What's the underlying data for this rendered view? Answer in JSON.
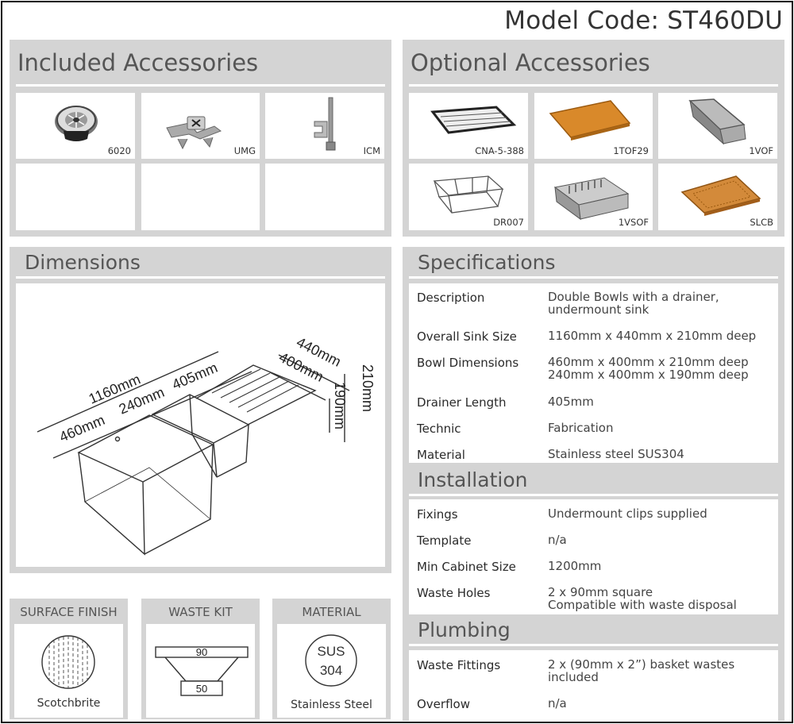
{
  "model_code": "Model Code: ST460DU",
  "included": {
    "title": "Included Accessories",
    "items": [
      {
        "code": "6020",
        "icon": "basket-waste-icon"
      },
      {
        "code": "UMG",
        "icon": "undermount-clip-icon"
      },
      {
        "code": "ICM",
        "icon": "install-bracket-icon"
      }
    ]
  },
  "optional": {
    "title": "Optional Accessories",
    "items": [
      {
        "code": "CNA-5-388",
        "icon": "roll-mat-icon"
      },
      {
        "code": "1TOF29",
        "icon": "bamboo-board-icon"
      },
      {
        "code": "1VOF",
        "icon": "colander-icon"
      },
      {
        "code": "DR007",
        "icon": "wire-basket-icon"
      },
      {
        "code": "1VSOF",
        "icon": "dish-rack-icon"
      },
      {
        "code": "SLCB",
        "icon": "chopping-board-icon"
      }
    ]
  },
  "dimensions": {
    "title": "Dimensions",
    "labels": {
      "overall": "1160mm",
      "bowl1": "460mm",
      "bowl2": "240mm",
      "drainer": "405mm",
      "depth_outer": "440mm",
      "depth_inner": "400mm",
      "height_outer": "210mm",
      "height_inner": "190mm"
    }
  },
  "specifications": {
    "title": "Specifications",
    "rows": [
      {
        "label": "Description",
        "value": "Double Bowls with a drainer,\nundermount sink"
      },
      {
        "label": "Overall Sink Size",
        "value": "1160mm x 440mm x 210mm deep"
      },
      {
        "label": "Bowl Dimensions",
        "value": "460mm x 400mm x 210mm deep\n240mm x 400mm x 190mm deep"
      },
      {
        "label": "Drainer Length",
        "value": "405mm"
      },
      {
        "label": "Technic",
        "value": "Fabrication"
      },
      {
        "label": "Material",
        "value": "Stainless steel SUS304"
      }
    ]
  },
  "installation": {
    "title": "Installation",
    "rows": [
      {
        "label": "Fixings",
        "value": "Undermount clips supplied"
      },
      {
        "label": "Template",
        "value": "n/a"
      },
      {
        "label": "Min Cabinet Size",
        "value": "1200mm"
      },
      {
        "label": "Waste Holes",
        "value": "2 x 90mm square\nCompatible with waste disposal"
      }
    ]
  },
  "plumbing": {
    "title": "Plumbing",
    "rows": [
      {
        "label": "Waste Fittings",
        "value": "2 x (90mm x 2”) basket wastes\nincluded"
      },
      {
        "label": "Overflow",
        "value": "n/a"
      }
    ]
  },
  "badges": {
    "surface": {
      "title": "SURFACE FINISH",
      "caption": "Scotchbrite"
    },
    "waste": {
      "title": "WASTE KIT",
      "top": "90",
      "bottom": "50"
    },
    "material": {
      "title": "MATERIAL",
      "line1": "SUS",
      "line2": "304",
      "caption": "Stainless Steel"
    }
  }
}
